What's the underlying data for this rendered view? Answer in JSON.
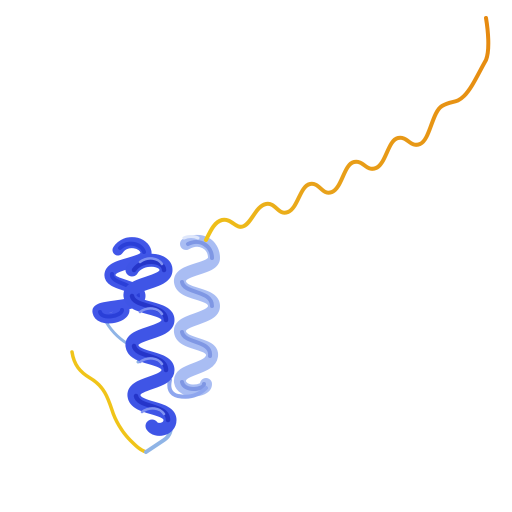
{
  "scene": {
    "subject": "protein-ribbon-structure",
    "background_color": "#ffffff"
  },
  "colors": {
    "helix_dark": "#2a3fd8",
    "helix_mid": "#3f55e6",
    "helix_light": "#8ea6ee",
    "helix_pale": "#a9bdf3",
    "loop_light": "#8fb4e6",
    "coil_yellow": "#f0c419",
    "coil_gold": "#e8a21a",
    "coil_orange": "#e6890f"
  },
  "segments": [
    {
      "name": "n-terminal-tail",
      "color_key": "coil_yellow"
    },
    {
      "name": "helix-1",
      "color_key": "helix_mid"
    },
    {
      "name": "turn-loop",
      "color_key": "loop_light"
    },
    {
      "name": "helix-2",
      "color_key": "helix_dark"
    },
    {
      "name": "loop-connector",
      "color_key": "helix_light"
    },
    {
      "name": "helix-3",
      "color_key": "helix_pale"
    },
    {
      "name": "c-terminal-coil",
      "color_key": "coil_orange"
    }
  ]
}
